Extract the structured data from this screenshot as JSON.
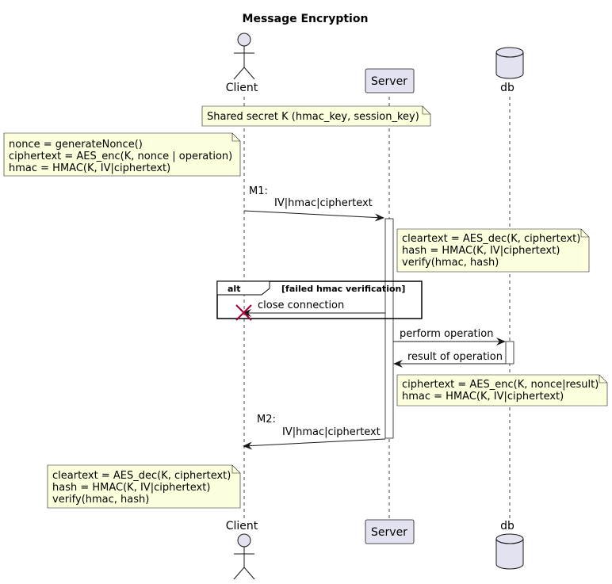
{
  "title": "Message Encryption",
  "participants": {
    "client": "Client",
    "server": "Server",
    "db": "db"
  },
  "notes": {
    "shared_secret": "Shared secret K (hmac_key, session_key)",
    "client_prep": [
      "nonce = generateNonce()",
      "ciphertext = AES_enc(K, nonce | operation)",
      "hmac = HMAC(K, IV|ciphertext)"
    ],
    "server_verify": [
      "cleartext = AES_dec(K, ciphertext)",
      "hash = HMAC(K, IV|ciphertext)",
      "verify(hmac, hash)"
    ],
    "server_encrypt": [
      "ciphertext = AES_enc(K, nonce|result)",
      "hmac = HMAC(K, IV|ciphertext)"
    ],
    "client_verify": [
      "cleartext = AES_dec(K, ciphertext)",
      "hash = HMAC(K, IV|ciphertext)",
      "verify(hmac, hash)"
    ]
  },
  "messages": {
    "m1": [
      "M1:",
      "IV|hmac|ciphertext"
    ],
    "close": "close connection",
    "perform": "perform operation",
    "result": "result of operation",
    "m2": [
      "M2:",
      "IV|hmac|ciphertext"
    ]
  },
  "alt": {
    "keyword": "alt",
    "condition": "[failed hmac verification]"
  },
  "colors": {
    "participant_fill": "#E2E2F0",
    "participant_stroke": "#181818",
    "note_fill": "#FEFFDD",
    "destroy": "#A80036"
  }
}
